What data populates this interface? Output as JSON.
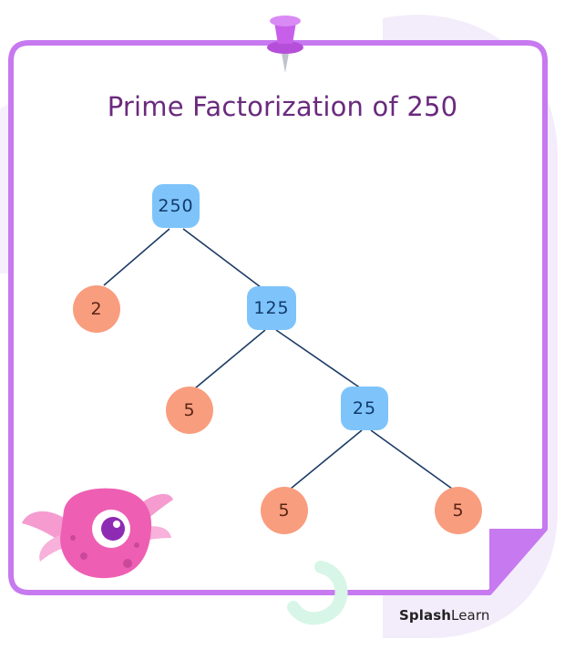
{
  "title": "Prime Factorization of 250",
  "tree": {
    "root": "250",
    "level1_left": "2",
    "level1_right": "125",
    "level2_left": "5",
    "level2_right": "25",
    "level3_left": "5",
    "level3_right": "5"
  },
  "logo": {
    "part1": "Splash",
    "part2": "Learn"
  },
  "colors": {
    "frame": "#c779f0",
    "title": "#6a2a7e",
    "composite_fill": "#7ec4fb",
    "prime_fill": "#f99d7f",
    "edge": "#1d3b66",
    "pin": "#c75fea"
  },
  "icons": [
    "push-pin-icon",
    "pink-monster-mascot",
    "mint-swirl-decoration"
  ]
}
